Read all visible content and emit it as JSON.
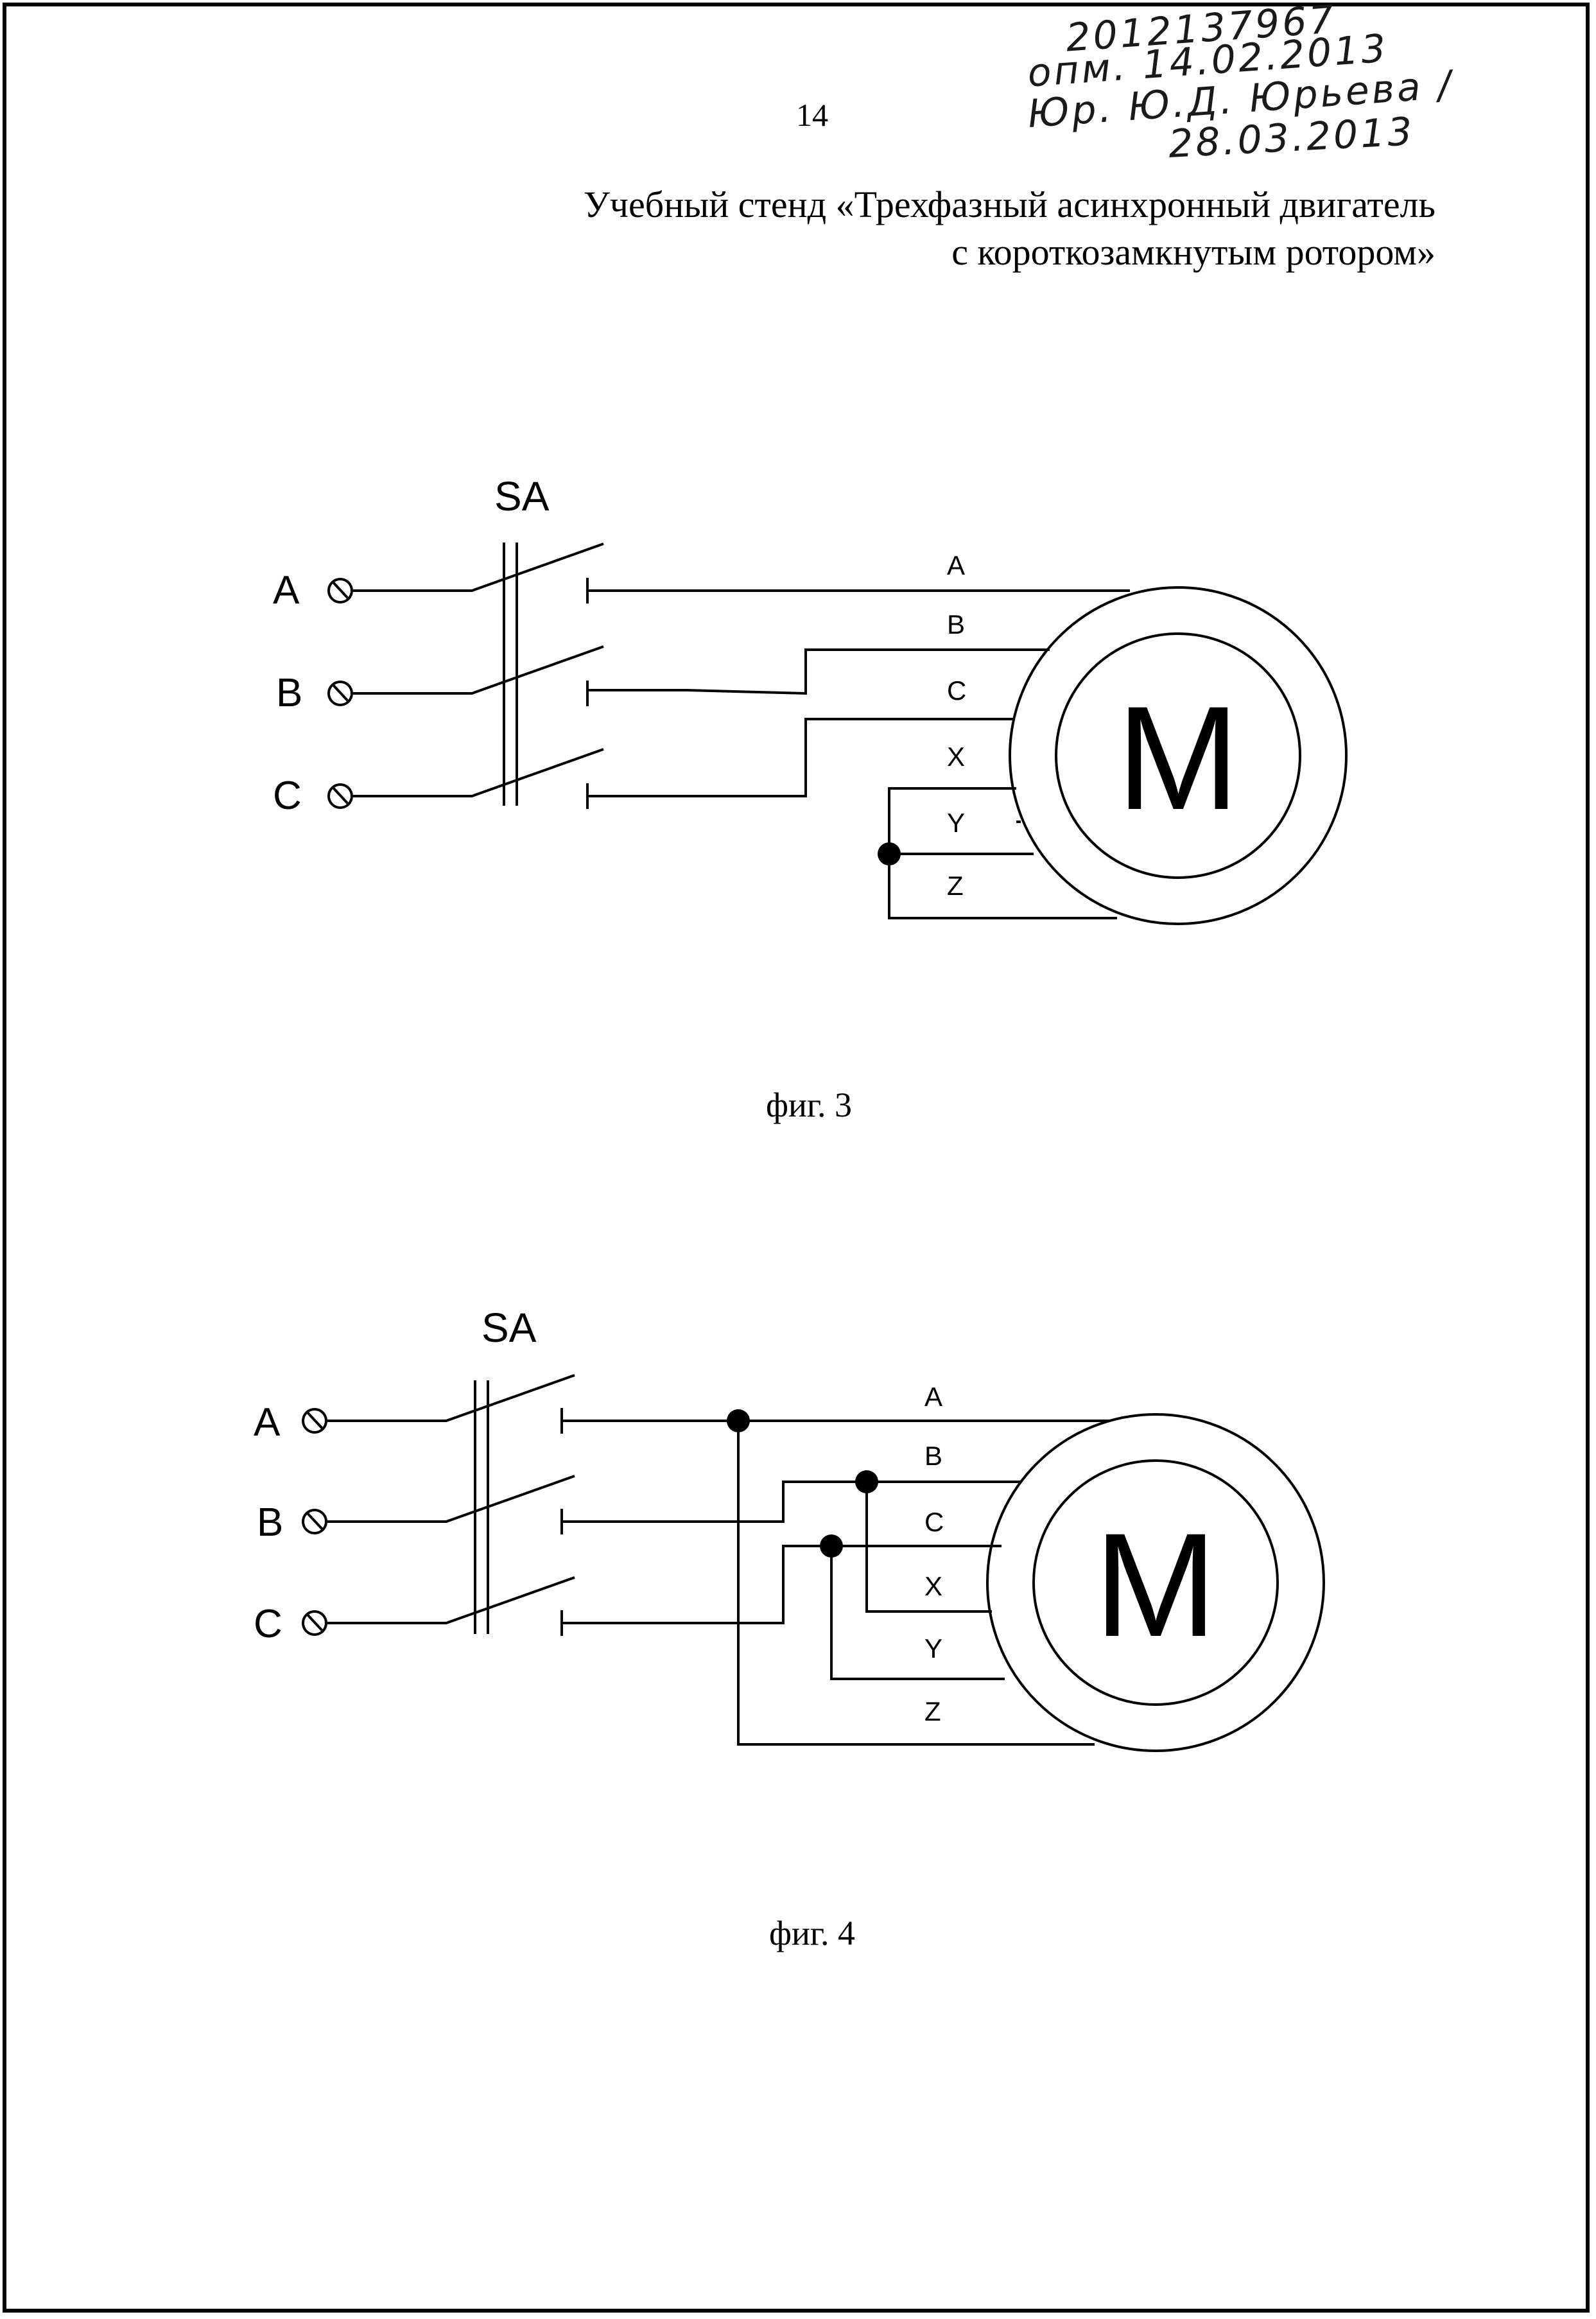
{
  "page_number": "14",
  "handwritten_note": [
    "2012137967",
    "опм. 14.02.2013",
    "Юр. Ю.Д. Юрьева /",
    "28.03.2013"
  ],
  "title_lines": [
    "Учебный стенд «Трехфазный асинхронный двигатель",
    "с короткозамкнутым ротором»"
  ],
  "figure3": {
    "switch_label": "SA",
    "phase_labels": [
      "A",
      "B",
      "C"
    ],
    "wire_labels": [
      "A",
      "B",
      "C",
      "X",
      "Y",
      "Z"
    ],
    "motor_label": "M",
    "caption": "фиг. 3"
  },
  "figure4": {
    "switch_label": "SA",
    "phase_labels": [
      "A",
      "B",
      "C"
    ],
    "wire_labels": [
      "A",
      "B",
      "C",
      "X",
      "Y",
      "Z"
    ],
    "motor_label": "M",
    "caption": "фиг. 4"
  }
}
